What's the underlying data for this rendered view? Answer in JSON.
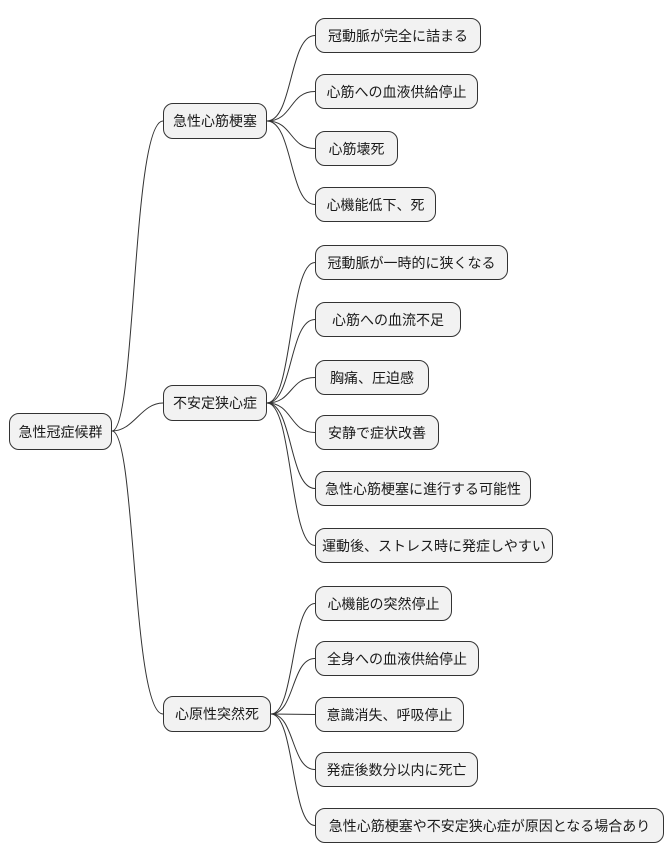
{
  "diagram": {
    "title": "急性冠症候群 mind map",
    "type": "mindmap",
    "colors": {
      "node_fill": "#f2f2f2",
      "node_border": "#333333",
      "edge": "#333333",
      "text": "#1a1a1a",
      "background": "#ffffff"
    },
    "root": {
      "label": "急性冠症候群"
    },
    "branches": [
      {
        "label": "急性心筋梗塞",
        "children": [
          "冠動脈が完全に詰まる",
          "心筋への血液供給停止",
          "心筋壊死",
          "心機能低下、死"
        ]
      },
      {
        "label": "不安定狭心症",
        "children": [
          "冠動脈が一時的に狭くなる",
          "心筋への血流不足",
          "胸痛、圧迫感",
          "安静で症状改善",
          "急性心筋梗塞に進行する可能性",
          "運動後、ストレス時に発症しやすい"
        ]
      },
      {
        "label": "心原性突然死",
        "children": [
          "心機能の突然停止",
          "全身への血液供給停止",
          "意識消失、呼吸停止",
          "発症後数分以内に死亡",
          "急性心筋梗塞や不安定狭心症が原因となる場合あり"
        ]
      }
    ]
  }
}
